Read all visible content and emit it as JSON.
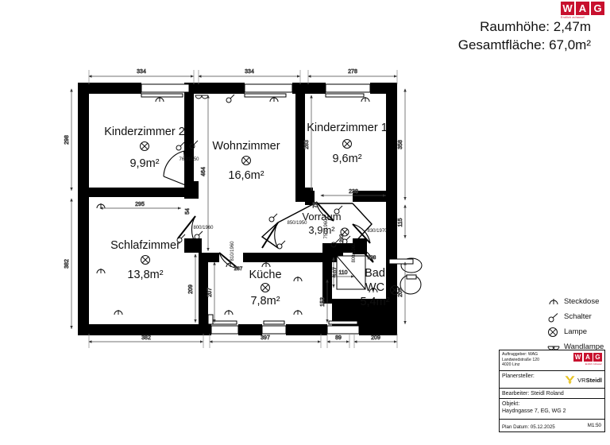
{
  "header": {
    "room_height_label": "Raumhöhe: 2,47m",
    "total_area_label": "Gesamtfläche: 67,0m²"
  },
  "brand": {
    "logo_letters": [
      "W",
      "A",
      "G"
    ],
    "tagline": "Endlich zuhause!"
  },
  "plan": {
    "rooms": [
      {
        "name": "Kinderzimmer 2",
        "area": "9,9m²"
      },
      {
        "name": "Wohnzimmer",
        "area": "16,6m²"
      },
      {
        "name": "Kinderzimmer 1",
        "area": "9,6m²"
      },
      {
        "name": "Schlafzimmer",
        "area": "13,8m²"
      },
      {
        "name": "Vorraum",
        "area": "3,9m²"
      },
      {
        "name": "Küche",
        "area": "7,8m²"
      },
      {
        "name": "Bad",
        "area2": "WC",
        "area": "5,4m²"
      }
    ],
    "dimensions_top": [
      "334",
      "334",
      "278"
    ],
    "dimensions_bottom": [
      "382",
      "397",
      "89",
      "209"
    ],
    "dimensions_left": [
      "298",
      "382"
    ],
    "dimensions_right": [
      "358",
      "115",
      "209"
    ],
    "dimensions_inner": [
      "295",
      "54",
      "464",
      "283",
      "238",
      "75",
      "207",
      "209",
      "287",
      "110",
      "153",
      "107",
      "298",
      "292",
      "115"
    ],
    "door_labels": [
      "760/1950",
      "800/1960",
      "850/1950",
      "750/1960",
      "830/1970",
      "810/1960",
      "800/1960"
    ]
  },
  "legend": {
    "items": [
      {
        "symbol": "steckdose-icon",
        "label": "Steckdose"
      },
      {
        "symbol": "schalter-icon",
        "label": "Schalter"
      },
      {
        "symbol": "lampe-icon",
        "label": "Lampe"
      },
      {
        "symbol": "wandlampe-icon",
        "label": "Wandlampe"
      }
    ]
  },
  "titleblock": {
    "client_lines": [
      "Auftraggeber: WAG",
      "Landwiedstraße 120",
      "4020 Linz"
    ],
    "planner_label": "Planersteller:",
    "planner_logo_text_1": "VR",
    "planner_logo_text_2": "Steidl",
    "worker": "Bearbeiter: Steidl Roland",
    "object_label": "Objekt:",
    "object_value": "Haydngasse 7, EG, WG 2",
    "date": "Plan Datum: 05.12.2025",
    "scale": "M1:50"
  },
  "colors": {
    "wall": "#000000",
    "brand_red": "#c8102e",
    "vr_yellow": "#e8c425",
    "line": "#333333"
  }
}
